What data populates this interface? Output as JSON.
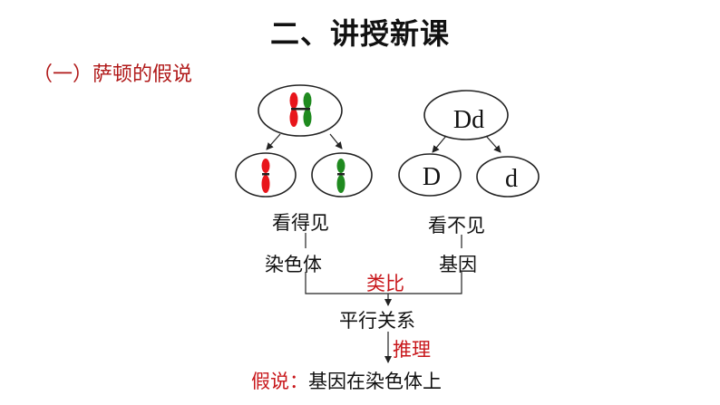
{
  "title": "二、讲授新课",
  "section": "（一）萨顿的假说",
  "diagram": {
    "parent_genotype": "Dd",
    "gamete_dominant": "D",
    "gamete_recessive": "d",
    "left_caption": "看得见",
    "right_caption": "看不见",
    "left_item": "染色体",
    "right_item": "基因",
    "analogy": "类比",
    "relation": "平行关系",
    "inference": "推理",
    "hypothesis_label": "假说：",
    "hypothesis_text": "基因在染色体上"
  },
  "colors": {
    "chromosome_red": "#e8151b",
    "chromosome_green": "#1f8a1f",
    "accent_red": "#c8171b"
  }
}
